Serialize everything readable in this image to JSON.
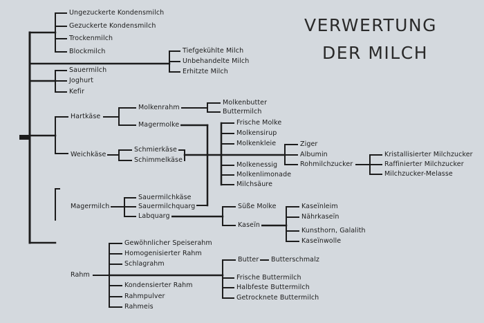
{
  "title": {
    "line1": "VERWERTUNG",
    "line2": "DER MILCH"
  },
  "colors": {
    "background": "#d4d9de",
    "ink": "#1c1c1c"
  },
  "nodes": {
    "ungezuckerte": "Ungezuckerte Kondensmilch",
    "gezuckerte": "Gezuckerte Kondensmilch",
    "trockenmilch": "Trockenmilch",
    "blockmilch": "Blockmilch",
    "tiefgekuehlte": "Tiefgekühlte Milch",
    "unbehandelte": "Unbehandelte Milch",
    "erhitzte": "Erhitzte Milch",
    "sauermilch": "Sauermilch",
    "joghurt": "Joghurt",
    "kefir": "Kefir",
    "hartkaese": "Hartkäse",
    "molkenrahm": "Molkenrahm",
    "molkenbutter": "Molkenbutter",
    "buttermilch": "Buttermilch",
    "magermolke": "Magermolke",
    "frische_molke": "Frische Molke",
    "molkensirup": "Molkensirup",
    "molkenkleie": "Molkenkleie",
    "ziger": "Ziger",
    "albumin": "Albumin",
    "rohmilchzucker": "Rohmilchzucker",
    "kristallisierter": "Kristallisierter Milchzucker",
    "raffinierter": "Raffinierter Milchzucker",
    "melasse": "Milchzucker-Melasse",
    "weichkaese": "Weichkäse",
    "schmierkaese": "Schmierkäse",
    "schimmelkaese": "Schimmelkäse",
    "molkenessig": "Molkenessig",
    "molkenlimonade": "Molkenlimonade",
    "milchsaeure": "Milchsäure",
    "magermilch": "Magermilch",
    "sauermilchkaese": "Sauermilchkäse",
    "sauermilchquarg": "Sauermilchquarg",
    "labquarg": "Labquarg",
    "suesse_molke": "Süße Molke",
    "kasein": "Kaseïn",
    "kaseinleim": "Kaseïnleim",
    "naehrkasein": "Nährkaseïn",
    "kunsthorn": "Kunsthorn, Galalith",
    "kaseinwolle": "Kaseïnwolle",
    "rahm": "Rahm",
    "speiserahm": "Gewöhnlicher Speiserahm",
    "homogenisierter": "Homogenisierter Rahm",
    "schlagrahm": "Schlagrahm",
    "kondensierter_rahm": "Kondensierter Rahm",
    "rahmpulver": "Rahmpulver",
    "rahmeis": "Rahmeis",
    "butter": "Butter",
    "butterschmalz": "Butterschmalz",
    "frische_buttermilch": "Frische Buttermilch",
    "halbfeste_buttermilch": "Halbfeste Buttermilch",
    "getrocknete_buttermilch": "Getrocknete Buttermilch"
  }
}
